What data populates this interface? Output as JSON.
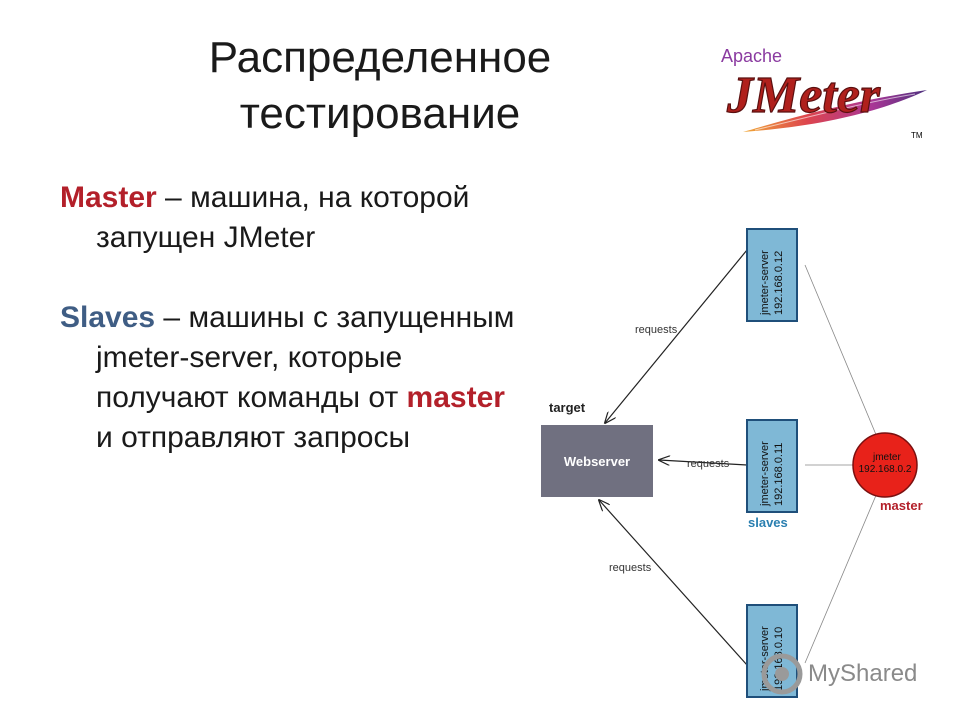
{
  "title": {
    "line1": "Распределенное",
    "line2": "тестирование"
  },
  "logo": {
    "apache": "Apache",
    "jmeter": "JMeter",
    "tm": "TM"
  },
  "bullets": [
    {
      "term": "Master",
      "term_color": "#b3202a",
      "text_before": " – машина, на которой запущен JMeter"
    },
    {
      "term": "Slaves",
      "term_color": "#3f5d84",
      "text_before": " – машины с запущенным jmeter-server, которые получают команды от ",
      "inline_term": "master",
      "text_after": " и отправляют запросы"
    }
  ],
  "diagram": {
    "target_label": "target",
    "webserver_label": "Webserver",
    "slaves_label": "slaves",
    "master_label": "master",
    "master_node": {
      "line1": "jmeter",
      "line2": "192.168.0.2"
    },
    "slave_nodes": [
      {
        "line1": "jmeter-server",
        "line2": "192.168.0.12",
        "request_label": "requests"
      },
      {
        "line1": "jmeter-server",
        "line2": "192.168.0.11",
        "request_label": "requests"
      },
      {
        "line1": "jmeter-server",
        "line2": "192.168.0.10",
        "request_label": "requests"
      }
    ],
    "colors": {
      "slave_fill": "#7fb8d6",
      "slave_stroke": "#1f4f7a",
      "webserver_fill": "#707080",
      "master_fill": "#e8221a",
      "slaves_text": "#2a7fb0",
      "master_text": "#b3202a"
    }
  },
  "watermark": {
    "text": "MyShared"
  }
}
